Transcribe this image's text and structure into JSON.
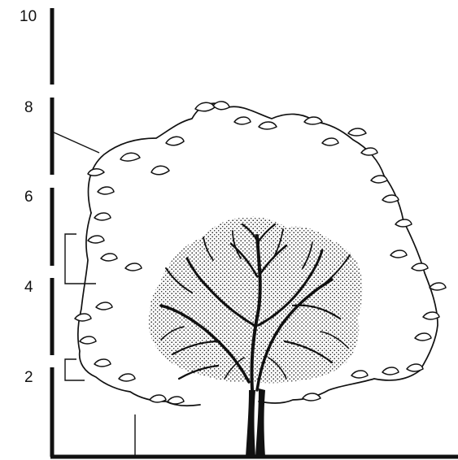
{
  "y_axis": {
    "ticks": [
      {
        "value": 10,
        "label": "10"
      },
      {
        "value": 8,
        "label": "8"
      },
      {
        "value": 6,
        "label": "6"
      },
      {
        "value": 4,
        "label": "4"
      },
      {
        "value": 2,
        "label": "2"
      }
    ]
  },
  "colors": {
    "ink": "#111111",
    "background": "#ffffff",
    "canopy_stipple": "#222222"
  }
}
